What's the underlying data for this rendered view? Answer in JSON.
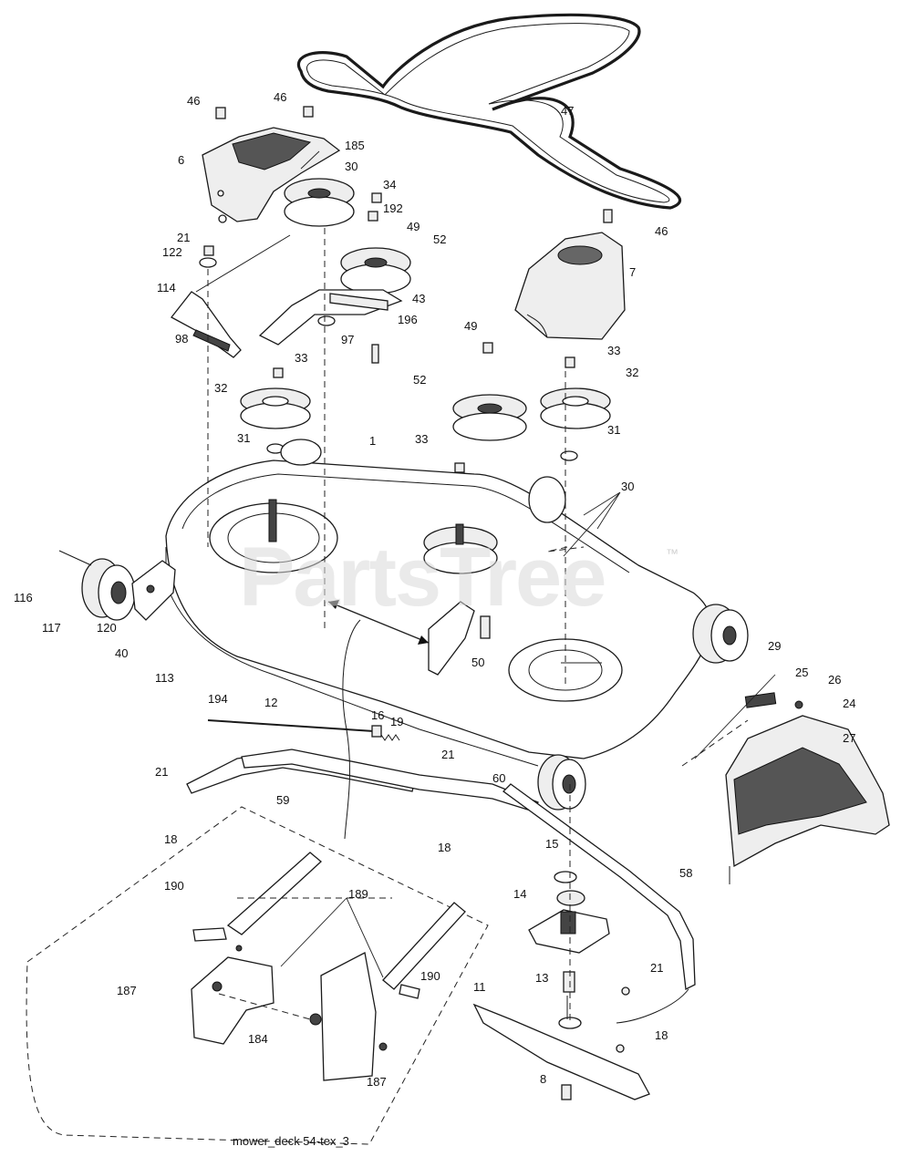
{
  "caption": "mower_deck 54-tex_3",
  "watermark": "PartsTree",
  "trademark": "™",
  "callouts": [
    {
      "id": "c46a",
      "label": "46"
    },
    {
      "id": "c46b",
      "label": "46"
    },
    {
      "id": "c47",
      "label": "47"
    },
    {
      "id": "c185",
      "label": "185"
    },
    {
      "id": "c6",
      "label": "6"
    },
    {
      "id": "c30top",
      "label": "30"
    },
    {
      "id": "c34",
      "label": "34"
    },
    {
      "id": "c192",
      "label": "192"
    },
    {
      "id": "c49a",
      "label": "49"
    },
    {
      "id": "c52a",
      "label": "52"
    },
    {
      "id": "c46c",
      "label": "46"
    },
    {
      "id": "c21a",
      "label": "21"
    },
    {
      "id": "c122",
      "label": "122"
    },
    {
      "id": "c7",
      "label": "7"
    },
    {
      "id": "c114",
      "label": "114"
    },
    {
      "id": "c43",
      "label": "43"
    },
    {
      "id": "c196",
      "label": "196"
    },
    {
      "id": "c97",
      "label": "97"
    },
    {
      "id": "c98",
      "label": "98"
    },
    {
      "id": "c49b",
      "label": "49"
    },
    {
      "id": "c33a",
      "label": "33"
    },
    {
      "id": "c33b",
      "label": "33"
    },
    {
      "id": "c32a",
      "label": "32"
    },
    {
      "id": "c52b",
      "label": "52"
    },
    {
      "id": "c32b",
      "label": "32"
    },
    {
      "id": "c31a",
      "label": "31"
    },
    {
      "id": "c1",
      "label": "1"
    },
    {
      "id": "c33c",
      "label": "33"
    },
    {
      "id": "c31b",
      "label": "31"
    },
    {
      "id": "c30",
      "label": "30"
    },
    {
      "id": "c116",
      "label": "116"
    },
    {
      "id": "c117",
      "label": "117"
    },
    {
      "id": "c120",
      "label": "120"
    },
    {
      "id": "c40",
      "label": "40"
    },
    {
      "id": "c50",
      "label": "50"
    },
    {
      "id": "c113",
      "label": "113"
    },
    {
      "id": "c29",
      "label": "29"
    },
    {
      "id": "c25",
      "label": "25"
    },
    {
      "id": "c26",
      "label": "26"
    },
    {
      "id": "c24",
      "label": "24"
    },
    {
      "id": "c194",
      "label": "194"
    },
    {
      "id": "c12",
      "label": "12"
    },
    {
      "id": "c16",
      "label": "16"
    },
    {
      "id": "c19",
      "label": "19"
    },
    {
      "id": "c27",
      "label": "27"
    },
    {
      "id": "c21b",
      "label": "21"
    },
    {
      "id": "c21c",
      "label": "21"
    },
    {
      "id": "c60",
      "label": "60"
    },
    {
      "id": "c59",
      "label": "59"
    },
    {
      "id": "c18a",
      "label": "18"
    },
    {
      "id": "c18b",
      "label": "18"
    },
    {
      "id": "c15",
      "label": "15"
    },
    {
      "id": "c58",
      "label": "58"
    },
    {
      "id": "c190a",
      "label": "190"
    },
    {
      "id": "c189",
      "label": "189"
    },
    {
      "id": "c14",
      "label": "14"
    },
    {
      "id": "c187a",
      "label": "187"
    },
    {
      "id": "c190b",
      "label": "190"
    },
    {
      "id": "c13",
      "label": "13"
    },
    {
      "id": "c21d",
      "label": "21"
    },
    {
      "id": "c11",
      "label": "11"
    },
    {
      "id": "c184",
      "label": "184"
    },
    {
      "id": "c18c",
      "label": "18"
    },
    {
      "id": "c187b",
      "label": "187"
    },
    {
      "id": "c8",
      "label": "8"
    }
  ]
}
